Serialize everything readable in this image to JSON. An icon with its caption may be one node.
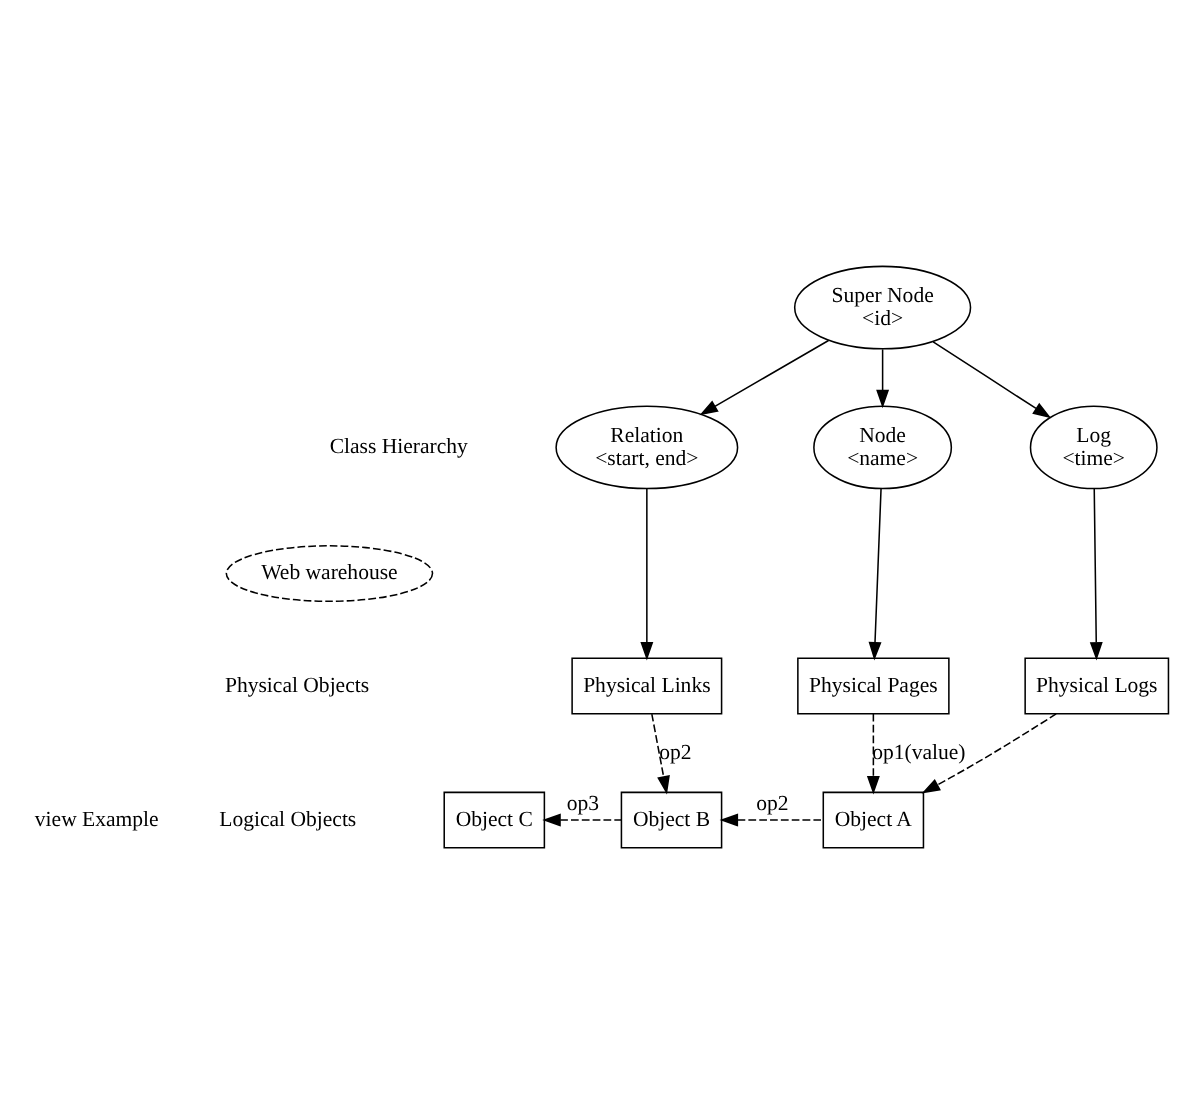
{
  "diagram": {
    "nodes": [
      {
        "text": [
          "Super Node",
          "<id>"
        ]
      },
      {
        "text": [
          "Relation",
          "<start, end>"
        ]
      },
      {
        "text": [
          "Node",
          "<name>"
        ]
      },
      {
        "text": [
          "Log",
          "<time>"
        ]
      },
      {
        "text": [
          "Web warehouse"
        ]
      },
      {
        "text": [
          "Physical Links"
        ]
      },
      {
        "text": [
          "Physical Pages"
        ]
      },
      {
        "text": [
          "Physical Logs"
        ]
      },
      {
        "text": [
          "Object C"
        ]
      },
      {
        "text": [
          "Object B"
        ]
      },
      {
        "text": [
          "Object A"
        ]
      }
    ],
    "edges": [
      {
        "from": 0,
        "to": 1,
        "arrow": "to"
      },
      {
        "from": 0,
        "to": 2,
        "arrow": "to"
      },
      {
        "from": 0,
        "to": 3,
        "arrow": "to"
      },
      {
        "from": 1,
        "to": 5,
        "arrow": "to"
      },
      {
        "from": 2,
        "to": 6,
        "arrow": "to"
      },
      {
        "from": 3,
        "to": 7,
        "arrow": "to"
      },
      {
        "from": 5,
        "to": 9,
        "arrow": "to",
        "style": "dashed",
        "label": "op2"
      },
      {
        "from": 6,
        "to": 10,
        "arrow": "to",
        "style": "dashed",
        "label": "op1(value)"
      },
      {
        "from": 7,
        "to": 10,
        "arrow": "to",
        "style": "dashed"
      },
      {
        "from": 10,
        "to": 9,
        "arrow": "to",
        "style": "dashed",
        "label": "op2"
      },
      {
        "from": 9,
        "to": 8,
        "arrow": "to",
        "style": "dashed",
        "label": "op3"
      }
    ],
    "labels": [
      "Class Hierarchy",
      "Physical Objects",
      "view Example",
      "Logical Objects"
    ]
  }
}
